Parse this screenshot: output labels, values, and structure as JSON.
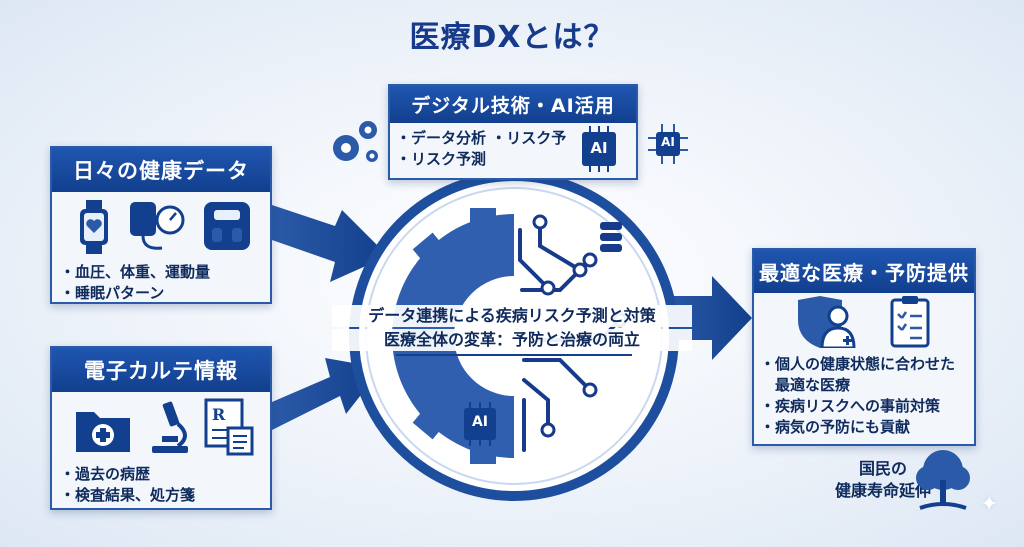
{
  "title": "医療DXとは？",
  "panels": {
    "daily": {
      "heading": "日々の健康データ",
      "items": [
        "血圧、体重、運動量",
        "睡眠パターン"
      ]
    },
    "ehr": {
      "heading": "電子カルテ情報",
      "items": [
        "過去の病歴",
        "検査結果、処方箋"
      ]
    },
    "tech": {
      "heading": "デジタル技術・AI活用",
      "items": [
        "データ分析 ・リスク予",
        "リスク予測"
      ],
      "chip_label": "AI",
      "side_chip_label": "AI"
    },
    "optimal": {
      "heading": "最適な医療・予防提供",
      "items": [
        "個人の健康状態に合わせた",
        "疾病リスクへの事前対策",
        "病気の予防にも貢献"
      ],
      "item_continuation": "最適な医療"
    }
  },
  "center": {
    "line1": "データ連携による疾病リスク予測と対策",
    "line2": "医療全体の変革：予防と治療の両立",
    "chip_label": "AI"
  },
  "result": {
    "line1": "国民の",
    "line2": "健康寿命延伸"
  },
  "colors": {
    "primary": "#123f8e",
    "accent": "#2a5aa8",
    "dark": "#0f2a5c",
    "background": "#eef3fa"
  }
}
